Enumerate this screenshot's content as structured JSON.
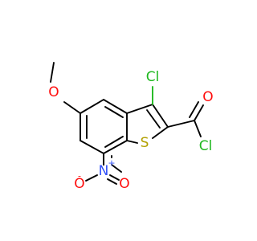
{
  "molecule": {
    "atoms": {
      "cl_ring": "Cl",
      "cl_acyl": "Cl",
      "o_carbonyl": "O",
      "s_ring": "S",
      "o_methoxy": "O",
      "n_nitro": "N",
      "n_plus": "+",
      "o_nitro_left": "O",
      "o_minus": "-",
      "o_nitro_right": "O"
    },
    "colors": {
      "carbon": "#000000",
      "oxygen": "#ff0d0d",
      "chlorine": "#1fb81f",
      "sulfur": "#b2a000",
      "nitrogen": "#3050f8"
    }
  }
}
